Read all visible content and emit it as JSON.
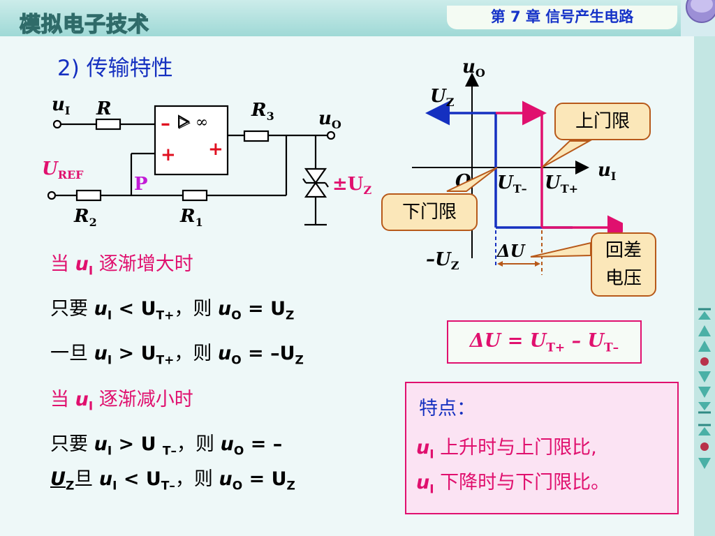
{
  "header": {
    "logo": "模拟电子技术",
    "chapter": "第 7 章    信号产生电路"
  },
  "title": "2) 传输特性",
  "circuit": {
    "labels": {
      "uI": "u",
      "uI_sub": "I",
      "R": "R",
      "R3": "R",
      "R3_sub": "3",
      "uO": "u",
      "uO_sub": "O",
      "UREF": "U",
      "UREF_sub": "REF",
      "P": "P",
      "R2": "R",
      "R2_sub": "2",
      "R1": "R",
      "R1_sub": "1",
      "Uz": "±U",
      "Uz_sub": "Z",
      "minus": "–",
      "plus1": "+",
      "plus2": "+",
      "amp_symbol": "▷ ∞"
    }
  },
  "graph": {
    "uO": "u",
    "uO_sub": "O",
    "UZ": "U",
    "UZ_sub": "Z",
    "uI": "u",
    "uI_sub": "I",
    "origin": "O",
    "UT_minus": "U",
    "UT_minus_sub": "T–",
    "UT_plus": "U",
    "UT_plus_sub": "T+",
    "neg_UZ": "–U",
    "neg_UZ_sub": "Z",
    "deltaU": "ΔU",
    "colors": {
      "rising": "#e0106e",
      "falling": "#1530c0",
      "axis": "#000000"
    }
  },
  "callouts": {
    "upper": "上门限",
    "lower": "下门限",
    "hysteresis_line1": "回差",
    "hysteresis_line2": "电压"
  },
  "body": {
    "inc_heading_pre": "当 ",
    "inc_heading_var": "u",
    "inc_heading_sub": "I",
    "inc_heading_post": " 逐渐增大时",
    "line1_pre": "只要 ",
    "line1_math": "u",
    "line1_sub1": "I",
    "line1_op": " < U",
    "line1_sub2": "T+",
    "line1_mid": "，则 ",
    "line1_res": "u",
    "line1_sub3": "O",
    "line1_eq": " = U",
    "line1_sub4": "Z",
    "line2_pre": "一旦 ",
    "line2_math": "u",
    "line2_sub1": "I",
    "line2_op": " > U",
    "line2_sub2": "T+",
    "line2_mid": "，则 ",
    "line2_res": "u",
    "line2_sub3": "O",
    "line2_eq": " = –U",
    "line2_sub4": "Z",
    "dec_heading_pre": "当 ",
    "dec_heading_var": "u",
    "dec_heading_sub": "I",
    "dec_heading_post": " 逐渐减小时",
    "line3_pre": "只要 ",
    "line3_math": "u",
    "line3_sub1": "I",
    "line3_op": " > U ",
    "line3_sub2": "T–",
    "line3_mid": "，则 ",
    "line3_res": "u",
    "line3_sub3": "O",
    "line3_eq": " = –",
    "line3_wrap": "U",
    "line3_wrap_sub": "Z",
    "line4_pre": "旦 ",
    "line4_math": "u",
    "line4_sub1": "I",
    "line4_op": " < U",
    "line4_sub2": "T–",
    "line4_mid": "，则 ",
    "line4_res": "u",
    "line4_sub3": "O",
    "line4_eq": " = U",
    "line4_sub4": "Z"
  },
  "formula": {
    "pre": "ΔU = U",
    "sub1": "T+",
    "mid": " – U",
    "sub2": "T–"
  },
  "features": {
    "title": "特点：",
    "l1_var": "u",
    "l1_sub": "I",
    "l1_text": " 上升时与上门限比,",
    "l2_var": "u",
    "l2_sub": "I",
    "l2_text": " 下降时与下门限比。"
  }
}
